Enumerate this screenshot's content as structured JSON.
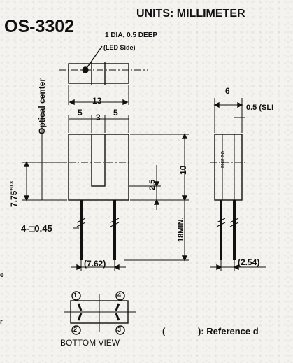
{
  "header": {
    "model": "OS-3302",
    "units": "UNITS: MILLIMETER"
  },
  "notes": {
    "hole": "1 DIA, 0.5 DEEP",
    "led_side": "(LED Side)",
    "optical_center": "Optical center",
    "slit": "0.5 (SLI",
    "reference": "): Reference d",
    "reference_open": "(",
    "bottom_view": "BOTTOM VIEW",
    "leads": "4-□0.45",
    "body_print": "OS-3302"
  },
  "dimensions": {
    "d13": "13",
    "d5_left": "5",
    "d3": "3",
    "d5_right": "5",
    "d6": "6",
    "d2_5": "2.5",
    "d10": "10",
    "d7_75": "7.75",
    "d7_75_tol": "±0.3",
    "d18min": "18MIN.",
    "d7_62": "(7.62)",
    "d2_54": "(2.54)"
  },
  "pins": [
    "1",
    "4",
    "2",
    "3"
  ],
  "left_margin": [
    "e",
    "r"
  ]
}
